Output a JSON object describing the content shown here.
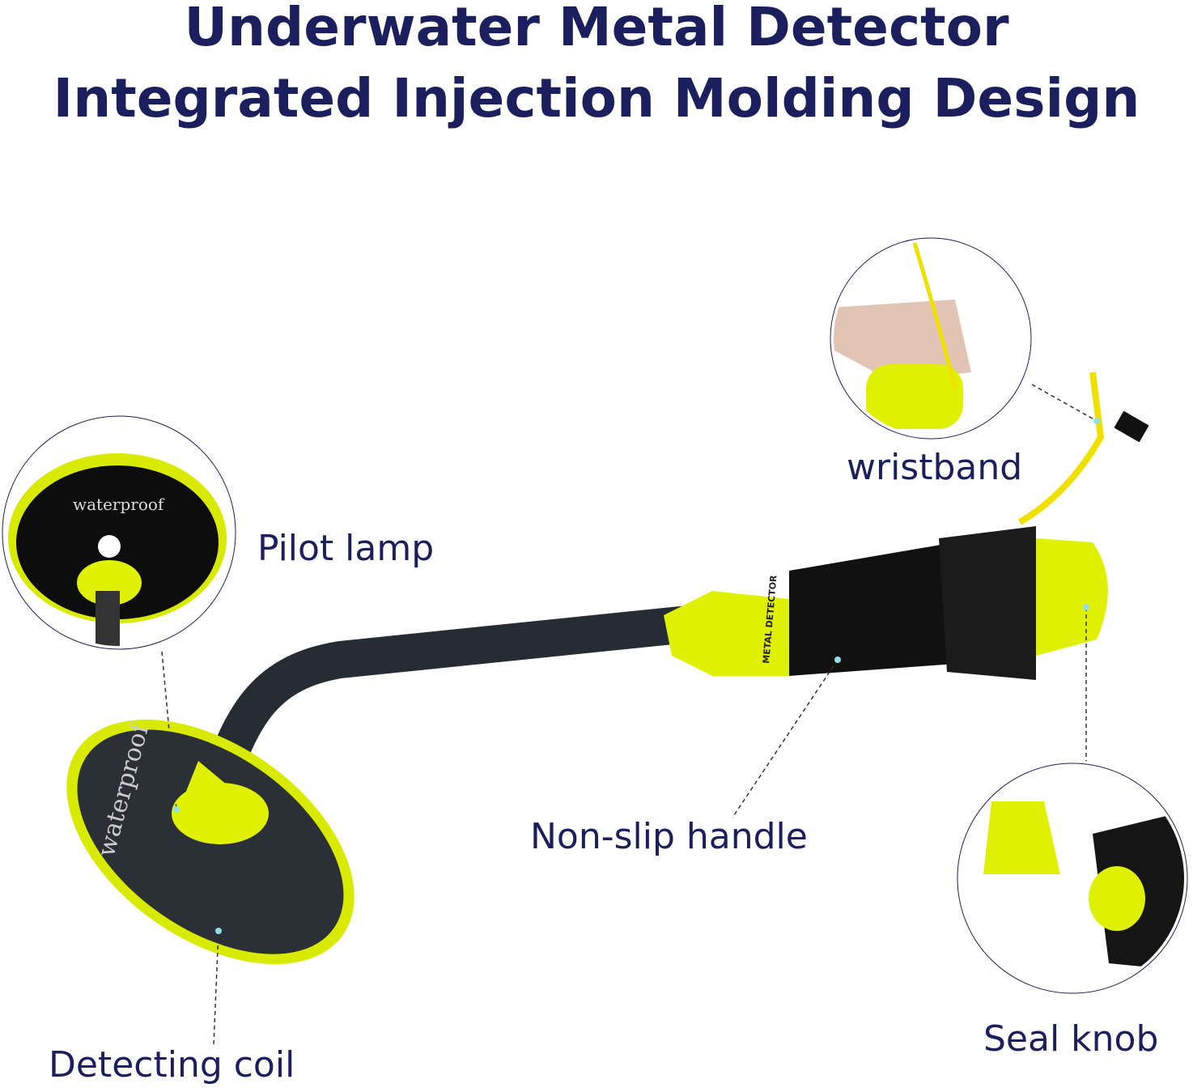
{
  "header": {
    "title_line1": "Underwater Metal Detector",
    "title_line2": "Integrated Injection Molding Design"
  },
  "callouts": {
    "pilot_lamp": "Pilot lamp",
    "wristband": "wristband",
    "non_slip_handle": "Non-slip handle",
    "seal_knob": "Seal knob",
    "detecting_coil": "Detecting coil"
  },
  "product_text": {
    "coil_print": "waterproof",
    "lamp_print": "waterproof",
    "handle_print": "METAL DETECTOR"
  },
  "colors": {
    "title": "#1c1f5e",
    "accent_yellow": "#e4f000",
    "shaft": "#262c33"
  }
}
